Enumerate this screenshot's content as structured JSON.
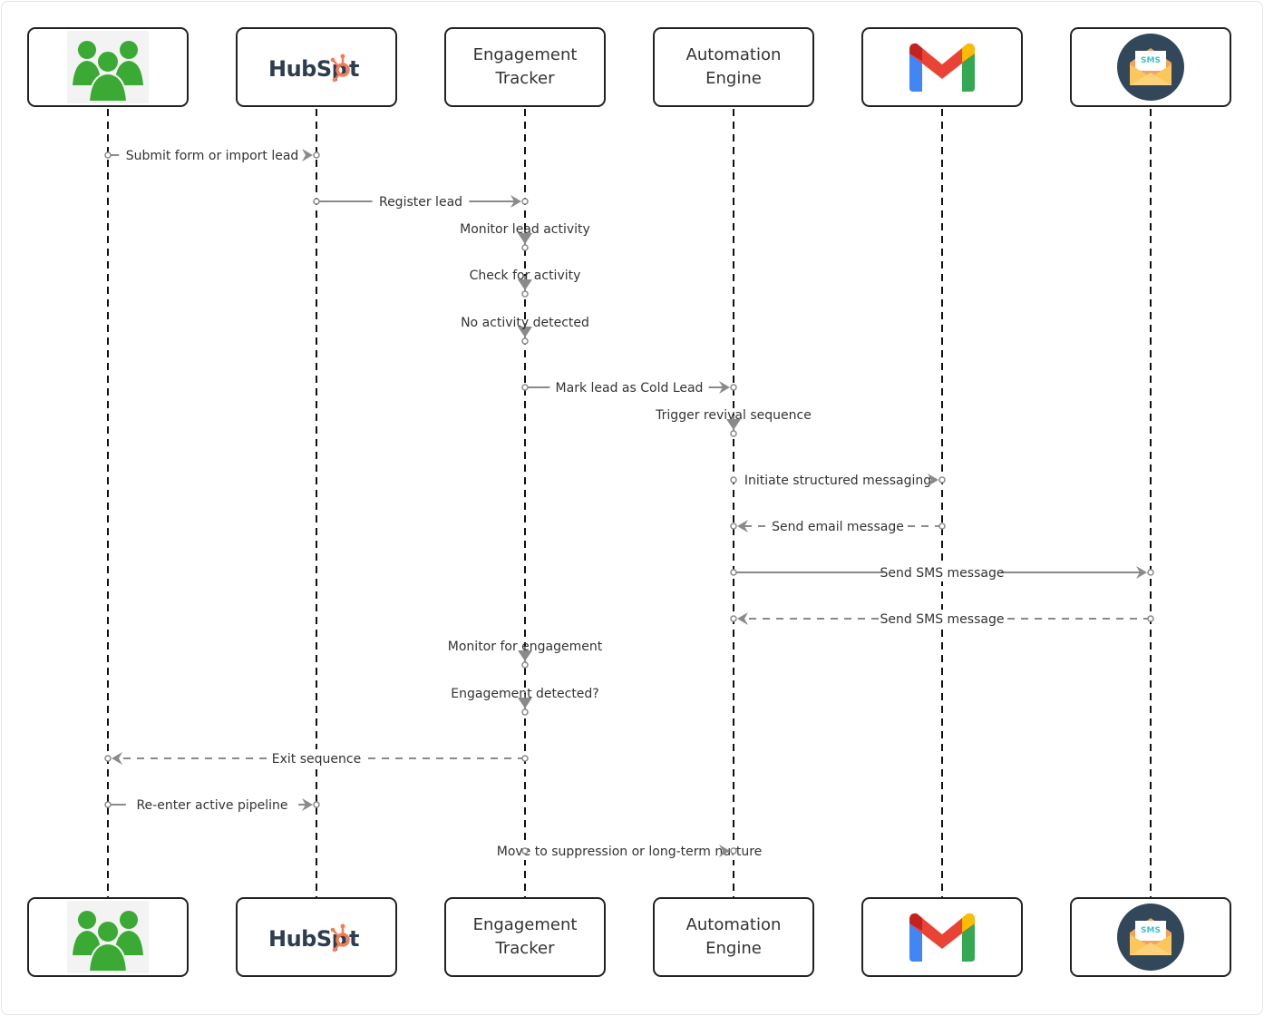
{
  "diagram": {
    "type": "sequence",
    "colors": {
      "lifeline": "#111111",
      "message": "#8a8a8a",
      "box_border": "#222222",
      "users_green": "#3aaa35",
      "hubspot_dark": "#2d3e50",
      "hubspot_orange": "#f57b55",
      "sms_circle": "#33475b",
      "sms_envelope": "#fbbf55"
    },
    "participants": [
      {
        "id": "users",
        "label": "",
        "icon": "users-group-icon"
      },
      {
        "id": "hubspot",
        "label": "HubSpot",
        "icon": "hubspot-logo-icon"
      },
      {
        "id": "tracker",
        "label": "Engagement\nTracker",
        "icon": ""
      },
      {
        "id": "engine",
        "label": "Automation\nEngine",
        "icon": ""
      },
      {
        "id": "gmail",
        "label": "",
        "icon": "gmail-logo-icon"
      },
      {
        "id": "sms",
        "label": "",
        "icon": "sms-envelope-icon",
        "icon_text": "SMS"
      }
    ],
    "messages": [
      {
        "from": 0,
        "to": 1,
        "label": "Submit form or import lead",
        "style": "solid"
      },
      {
        "from": 1,
        "to": 2,
        "label": "Register lead",
        "style": "solid"
      },
      {
        "from": 2,
        "to": 2,
        "label": "Monitor lead activity",
        "style": "solid"
      },
      {
        "from": 2,
        "to": 2,
        "label": "Check for activity",
        "style": "solid"
      },
      {
        "from": 2,
        "to": 2,
        "label": "No activity detected",
        "style": "solid"
      },
      {
        "from": 2,
        "to": 3,
        "label": "Mark lead as Cold Lead",
        "style": "solid"
      },
      {
        "from": 3,
        "to": 3,
        "label": "Trigger revival sequence",
        "style": "solid"
      },
      {
        "from": 3,
        "to": 4,
        "label": "Initiate structured messaging",
        "style": "solid"
      },
      {
        "from": 4,
        "to": 3,
        "label": "Send email message",
        "style": "dashed"
      },
      {
        "from": 3,
        "to": 5,
        "label": "Send SMS message",
        "style": "solid"
      },
      {
        "from": 5,
        "to": 3,
        "label": "Send SMS message",
        "style": "dashed"
      },
      {
        "from": 2,
        "to": 2,
        "label": "Monitor for engagement",
        "style": "solid"
      },
      {
        "from": 2,
        "to": 2,
        "label": "Engagement detected?",
        "style": "solid"
      },
      {
        "from": 2,
        "to": 0,
        "label": "Exit sequence",
        "style": "dashed"
      },
      {
        "from": 0,
        "to": 1,
        "label": "Re-enter active pipeline",
        "style": "solid"
      },
      {
        "from": 2,
        "to": 3,
        "label": "Move to suppression or long-term nurture",
        "style": "solid"
      }
    ]
  }
}
